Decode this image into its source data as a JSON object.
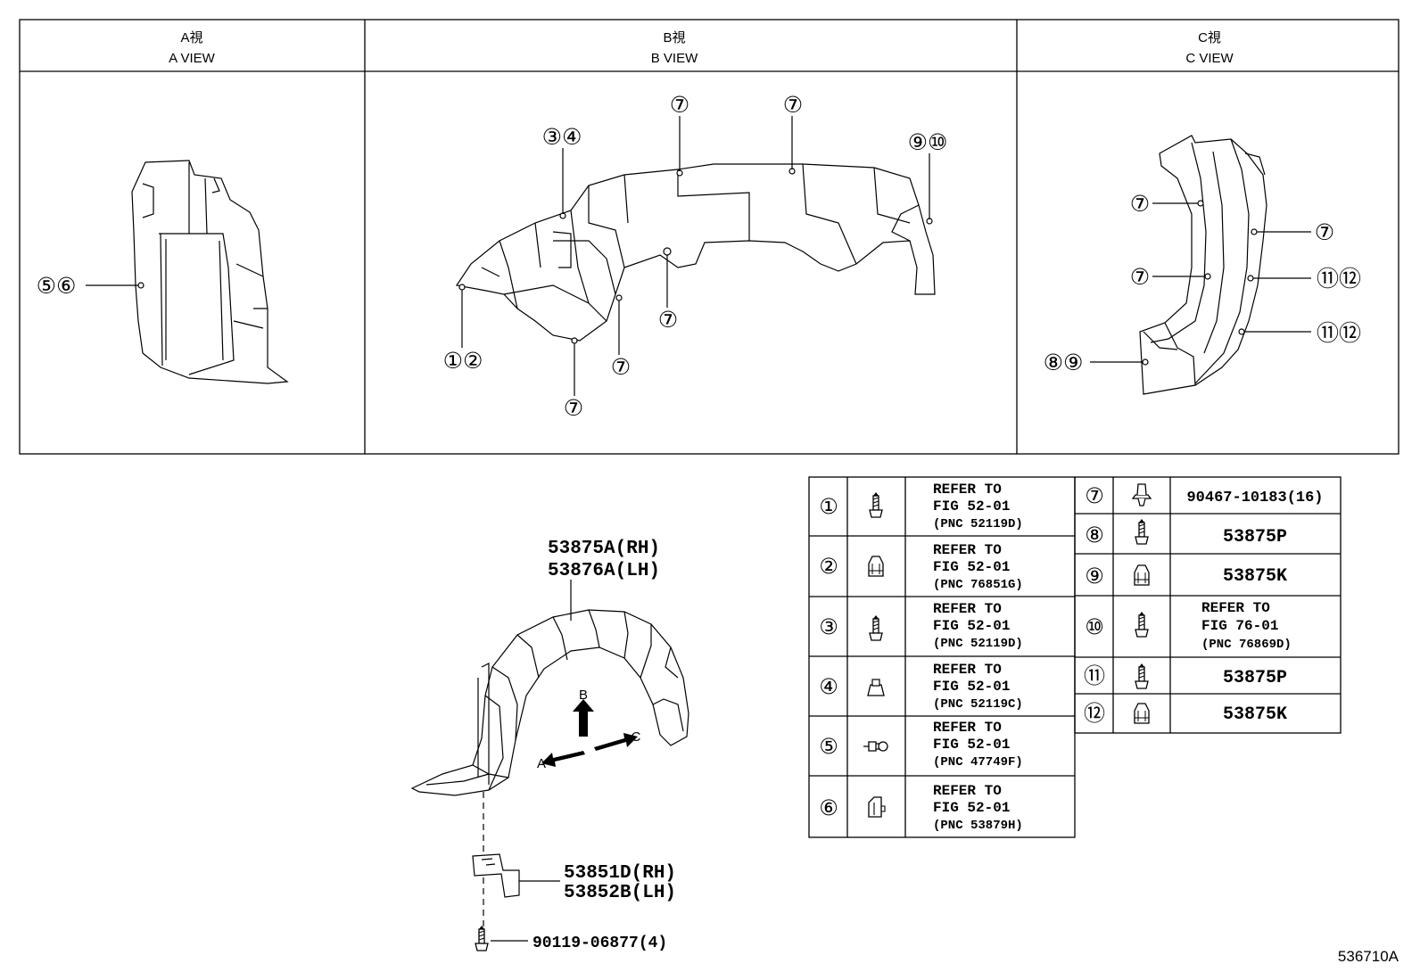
{
  "views": [
    {
      "jp": "A視",
      "en": "A VIEW"
    },
    {
      "jp": "B視",
      "en": "B VIEW"
    },
    {
      "jp": "C視",
      "en": "C VIEW"
    }
  ],
  "circled": [
    "①",
    "②",
    "③",
    "④",
    "⑤",
    "⑥",
    "⑦",
    "⑧",
    "⑨",
    "⑩",
    "⑪",
    "⑫"
  ],
  "callouts": {
    "a_56": "⑤⑥",
    "b_34": "③④",
    "b_7": "⑦",
    "b_910": "⑨⑩",
    "b_12": "①②",
    "c_7": "⑦",
    "c_1112": "⑪⑫",
    "c_89": "⑧⑨"
  },
  "parts": {
    "liner_rh": "53875A(RH)",
    "liner_lh": "53876A(LH)",
    "bracket_rh": "53851D(RH)",
    "bracket_lh": "53852B(LH)",
    "bolt": "90119-06877(4)"
  },
  "arrows": {
    "a": "A",
    "b": "B",
    "c": "C"
  },
  "left_table": [
    {
      "num": "①",
      "l1": "REFER TO",
      "l2": "FIG 52-01",
      "l3": "(PNC 52119D)",
      "icon": "screw-icon"
    },
    {
      "num": "②",
      "l1": "REFER TO",
      "l2": "FIG 52-01",
      "l3": "(PNC 76851G)",
      "icon": "clip-nut-icon"
    },
    {
      "num": "③",
      "l1": "REFER TO",
      "l2": "FIG 52-01",
      "l3": "(PNC 52119D)",
      "icon": "screw-icon"
    },
    {
      "num": "④",
      "l1": "REFER TO",
      "l2": "FIG 52-01",
      "l3": "(PNC 52119C)",
      "icon": "nut-icon"
    },
    {
      "num": "⑤",
      "l1": "REFER TO",
      "l2": "FIG 52-01",
      "l3": "(PNC 47749F)",
      "icon": "clip-icon"
    },
    {
      "num": "⑥",
      "l1": "REFER TO",
      "l2": "FIG 52-01",
      "l3": "(PNC 53879H)",
      "icon": "retainer-icon"
    }
  ],
  "right_table": [
    {
      "num": "⑦",
      "text": "90467-10183(16)",
      "icon": "push-clip-icon"
    },
    {
      "num": "⑧",
      "text": "53875P",
      "icon": "screw-icon"
    },
    {
      "num": "⑨",
      "text": "53875K",
      "icon": "clip-nut-icon"
    },
    {
      "num": "⑩",
      "l1": "REFER TO",
      "l2": "FIG 76-01",
      "l3": "(PNC 76869D)",
      "icon": "screw-icon"
    },
    {
      "num": "⑪",
      "text": "53875P",
      "icon": "screw-icon"
    },
    {
      "num": "⑫",
      "text": "53875K",
      "icon": "clip-nut-icon"
    }
  ],
  "figure_id": "536710A"
}
